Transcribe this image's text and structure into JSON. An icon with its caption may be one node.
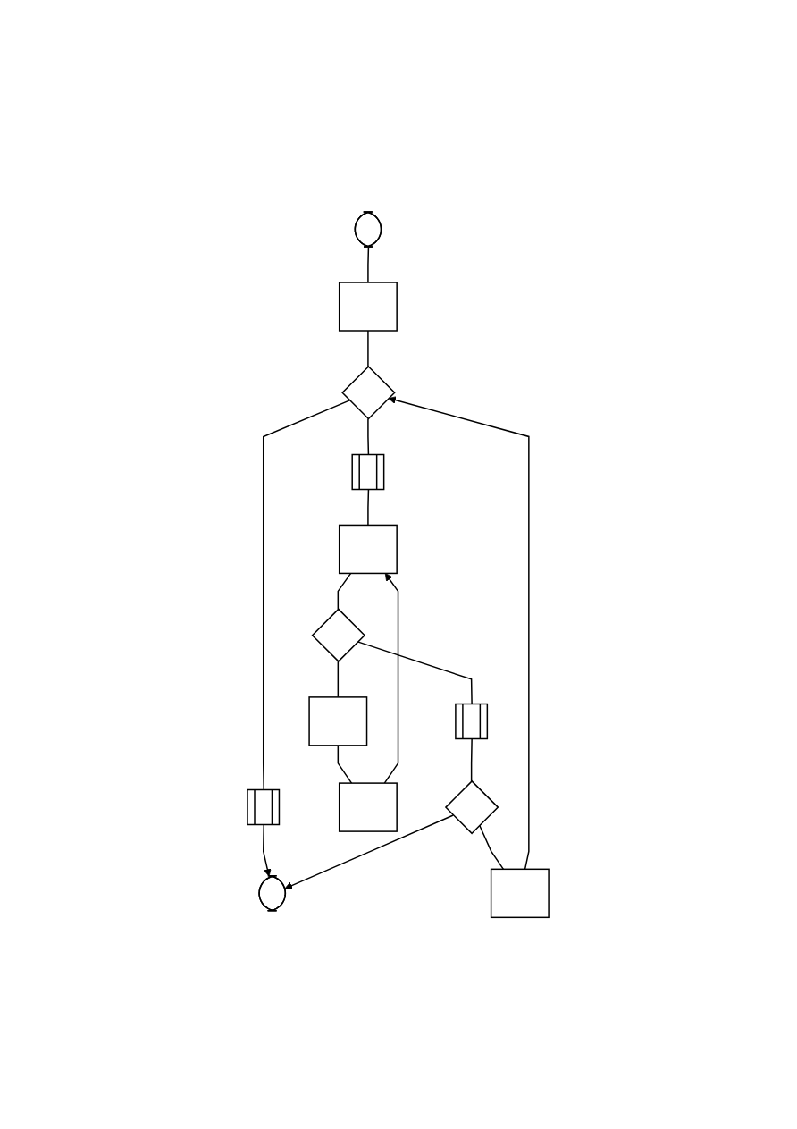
{
  "diagram": {
    "nodes": [
      {
        "text": [],
        "shape": "stadium"
      },
      {
        "text": [],
        "shape": "box"
      },
      {
        "text": [],
        "shape": "diamond"
      },
      {
        "text": [],
        "shape": "subprocess"
      },
      {
        "text": [],
        "shape": "subprocess"
      },
      {
        "text": [],
        "shape": "box"
      },
      {
        "text": [],
        "shape": "box"
      },
      {
        "text": [],
        "shape": "box"
      },
      {
        "text": [],
        "shape": "diamond"
      },
      {
        "text": [],
        "shape": "box"
      },
      {
        "text": [],
        "shape": "subprocess"
      },
      {
        "text": [],
        "shape": "diamond"
      },
      {
        "text": [],
        "shape": "stadium"
      }
    ],
    "edges": [
      {
        "from": 0,
        "to": 1,
        "arrow": "none"
      },
      {
        "from": 1,
        "to": 2,
        "arrow": "none"
      },
      {
        "from": 2,
        "to": 3,
        "arrow": "none"
      },
      {
        "from": 3,
        "to": 12,
        "arrow": "to"
      },
      {
        "from": 2,
        "to": 4,
        "arrow": "none"
      },
      {
        "from": 4,
        "to": 7,
        "arrow": "none"
      },
      {
        "from": 6,
        "to": 7,
        "arrow": "to"
      },
      {
        "from": 7,
        "to": 8,
        "arrow": "none"
      },
      {
        "from": 8,
        "to": 9,
        "arrow": "none"
      },
      {
        "from": 9,
        "to": 6,
        "arrow": "none"
      },
      {
        "from": 8,
        "to": 10,
        "arrow": "none"
      },
      {
        "from": 10,
        "to": 11,
        "arrow": "none"
      },
      {
        "from": 11,
        "to": 12,
        "arrow": "to"
      },
      {
        "from": 11,
        "to": 5,
        "arrow": "none"
      },
      {
        "from": 5,
        "to": 2,
        "arrow": "to"
      }
    ]
  }
}
